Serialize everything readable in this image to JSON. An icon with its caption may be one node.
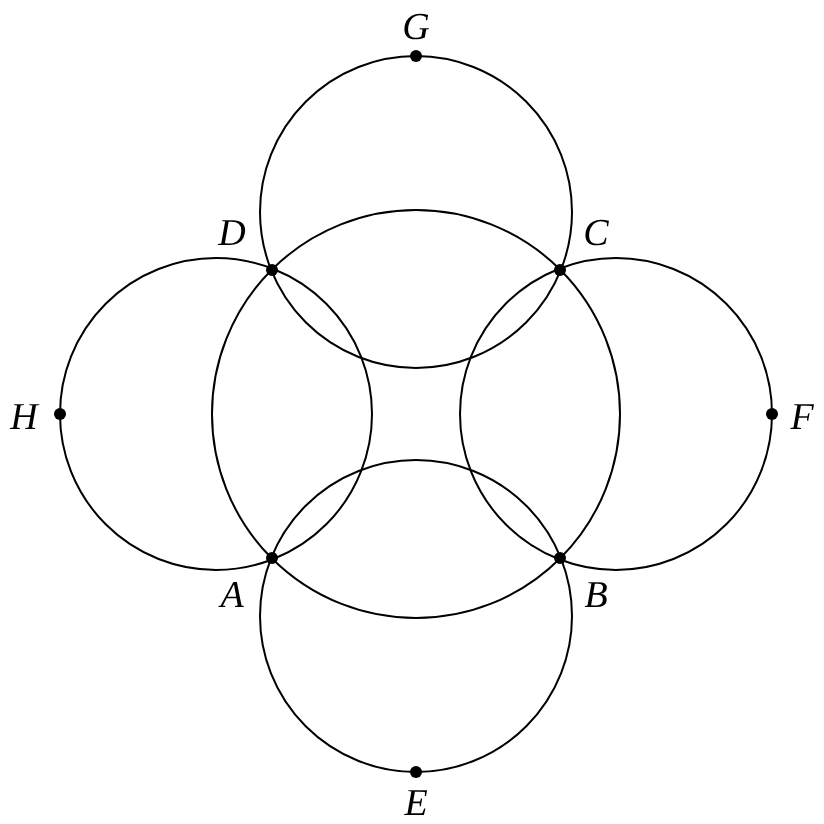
{
  "diagram": {
    "labels": [
      "G",
      "D",
      "C",
      "H",
      "F",
      "A",
      "B",
      "E"
    ]
  }
}
